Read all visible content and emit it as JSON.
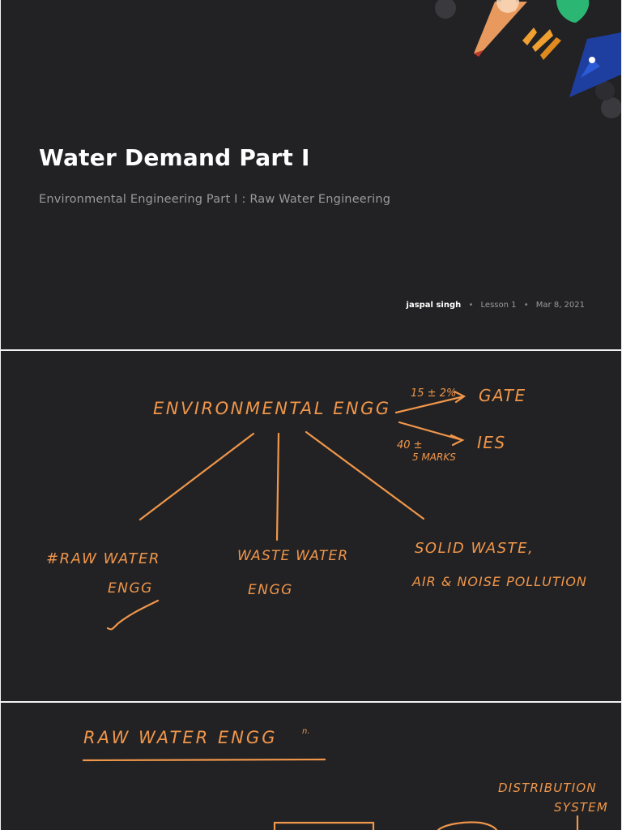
{
  "title_slide": {
    "title": "Water Demand Part I",
    "subtitle": "Environmental Engineering Part I : Raw Water Engineering",
    "author": "jaspal singh",
    "separator": "•",
    "lesson": "Lesson 1",
    "date": "Mar 8, 2021"
  },
  "notes_slide_1": {
    "root": "ENVIRONMENTAL ENGG",
    "gate_weight": "15 ± 2%",
    "gate": "GATE",
    "ies_weight_line1": "40 ±",
    "ies_weight_line2": "5 MARKS",
    "ies": "IES",
    "branch_1_line1": "#RAW WATER",
    "branch_1_line2": "ENGG",
    "branch_2_line1": "WASTE WATER",
    "branch_2_line2": "ENGG",
    "branch_3_line1": "SOLID WASTE,",
    "branch_3_line2": "AIR & NOISE POLLUTION"
  },
  "notes_slide_2": {
    "heading": "RAW WATER ENGG",
    "heading_suffix": "n.",
    "label_line1": "DISTRIBUTION",
    "label_line2": "SYSTEM"
  },
  "colors": {
    "slide_background": "#222224",
    "ink": "#f0964a",
    "title": "#ffffff",
    "subtitle": "#9a9a9e"
  }
}
